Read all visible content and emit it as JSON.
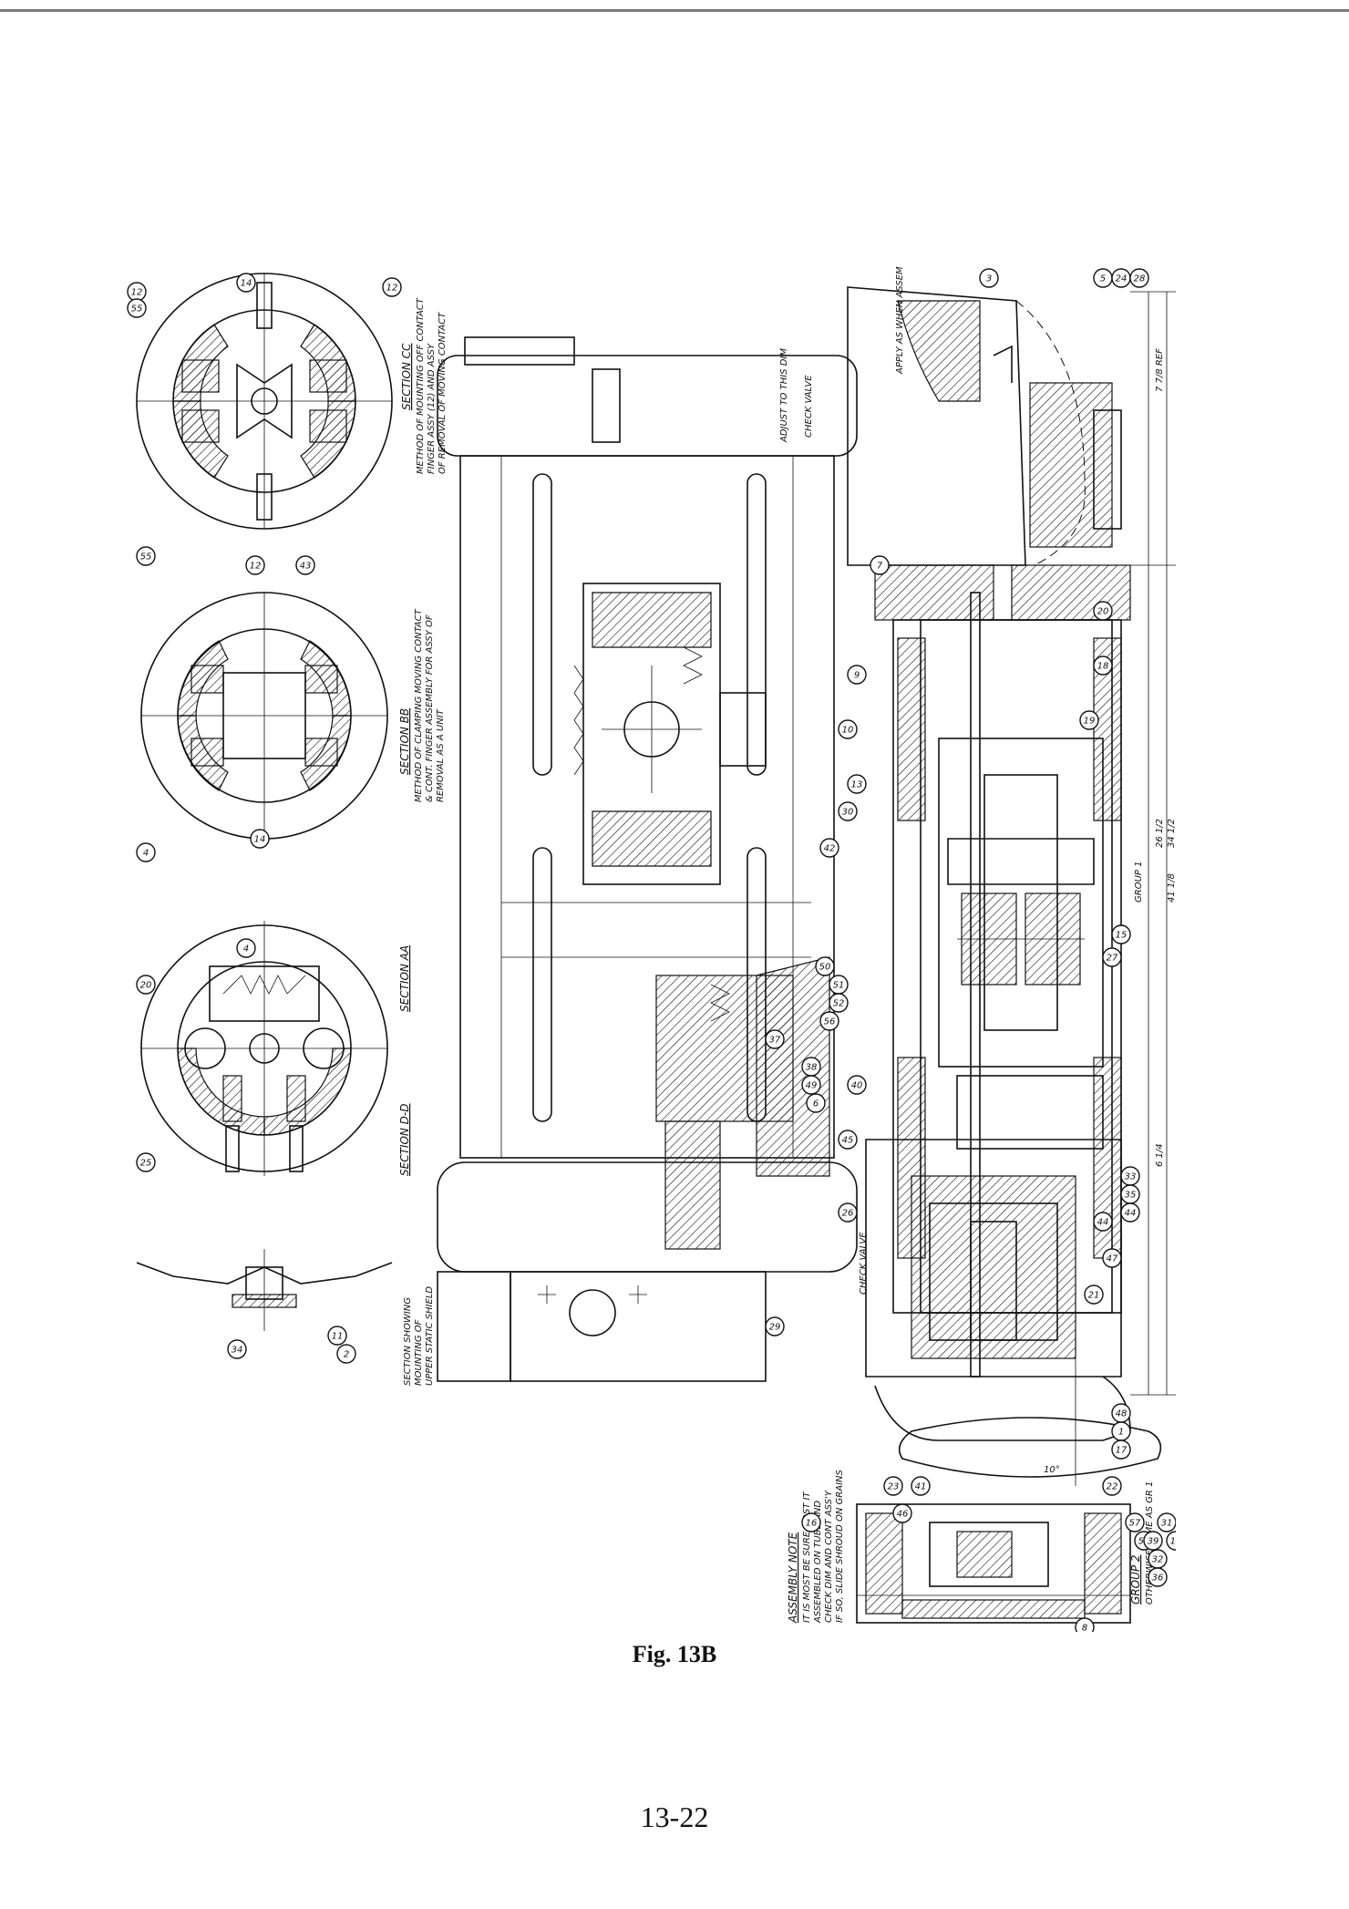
{
  "figure": {
    "caption": "Fig. 13B",
    "page_number": "13-22"
  },
  "section_labels": {
    "cc_title": "SECTION CC",
    "cc_note_1": "METHOD OF MOUNTING OFF CONTACT",
    "cc_note_2": "FINGER ASSY (12) AND ASSY",
    "cc_note_3": "OF REMOVAL OF MOVING CONTACT",
    "bb_title": "SECTION BB",
    "bb_note_1": "METHOD OF CLAMPING MOVING CONTACT",
    "bb_note_2": "& CONT. FINGER ASSEMBLY FOR ASSY OF",
    "bb_note_3": "REMOVAL AS A UNIT",
    "aa_title": "SECTION AA",
    "dd_title": "SECTION D-D",
    "shield_note_1": "SECTION SHOWING",
    "shield_note_2": "MOUNTING OF",
    "shield_note_3": "UPPER STATIC SHIELD"
  },
  "annotations": {
    "adjust": "ADJUST TO THIS DIM",
    "check_valve_top": "CHECK VALVE",
    "check_valve_bottom": "CHECK VALVE",
    "apply": "APPLY AS WHEN ASSEM",
    "group_1": "GROUP 1",
    "group_2": "GROUP 2",
    "group_2_note": "OTHERWISE SAME AS GR 1",
    "assembly_note_title": "ASSEMBLY NOTE",
    "assembly_note_1": "IT IS MOST BE SURE FIRST IT",
    "assembly_note_2": "ASSEMBLED ON TUBE AND",
    "assembly_note_3": "CHECK DIM AND CONT ASS'Y",
    "assembly_note_4": "IF SO, SLIDE SHROUD ON GRAINS"
  },
  "dimensions": {
    "d_26": "26 1/2",
    "d_34": "34 1/2",
    "d_41": "41 1/8",
    "d_7": "7 7/8 REF",
    "d_10": "10°",
    "d_6": "6 1/4"
  },
  "callouts": [
    "3",
    "5",
    "24",
    "28",
    "12",
    "55",
    "14",
    "12",
    "12",
    "43",
    "55",
    "14",
    "4",
    "4",
    "20",
    "25",
    "34",
    "2",
    "11",
    "7",
    "9",
    "10",
    "13",
    "40",
    "45",
    "20",
    "18",
    "19",
    "44",
    "47",
    "21",
    "33",
    "35",
    "44",
    "48",
    "1",
    "17",
    "22",
    "23",
    "46",
    "41",
    "57",
    "53",
    "39",
    "8",
    "16",
    "26",
    "30",
    "42",
    "50",
    "51",
    "52",
    "56",
    "37",
    "38",
    "49",
    "6",
    "29",
    "31",
    "32",
    "36",
    "14",
    "15",
    "27"
  ]
}
